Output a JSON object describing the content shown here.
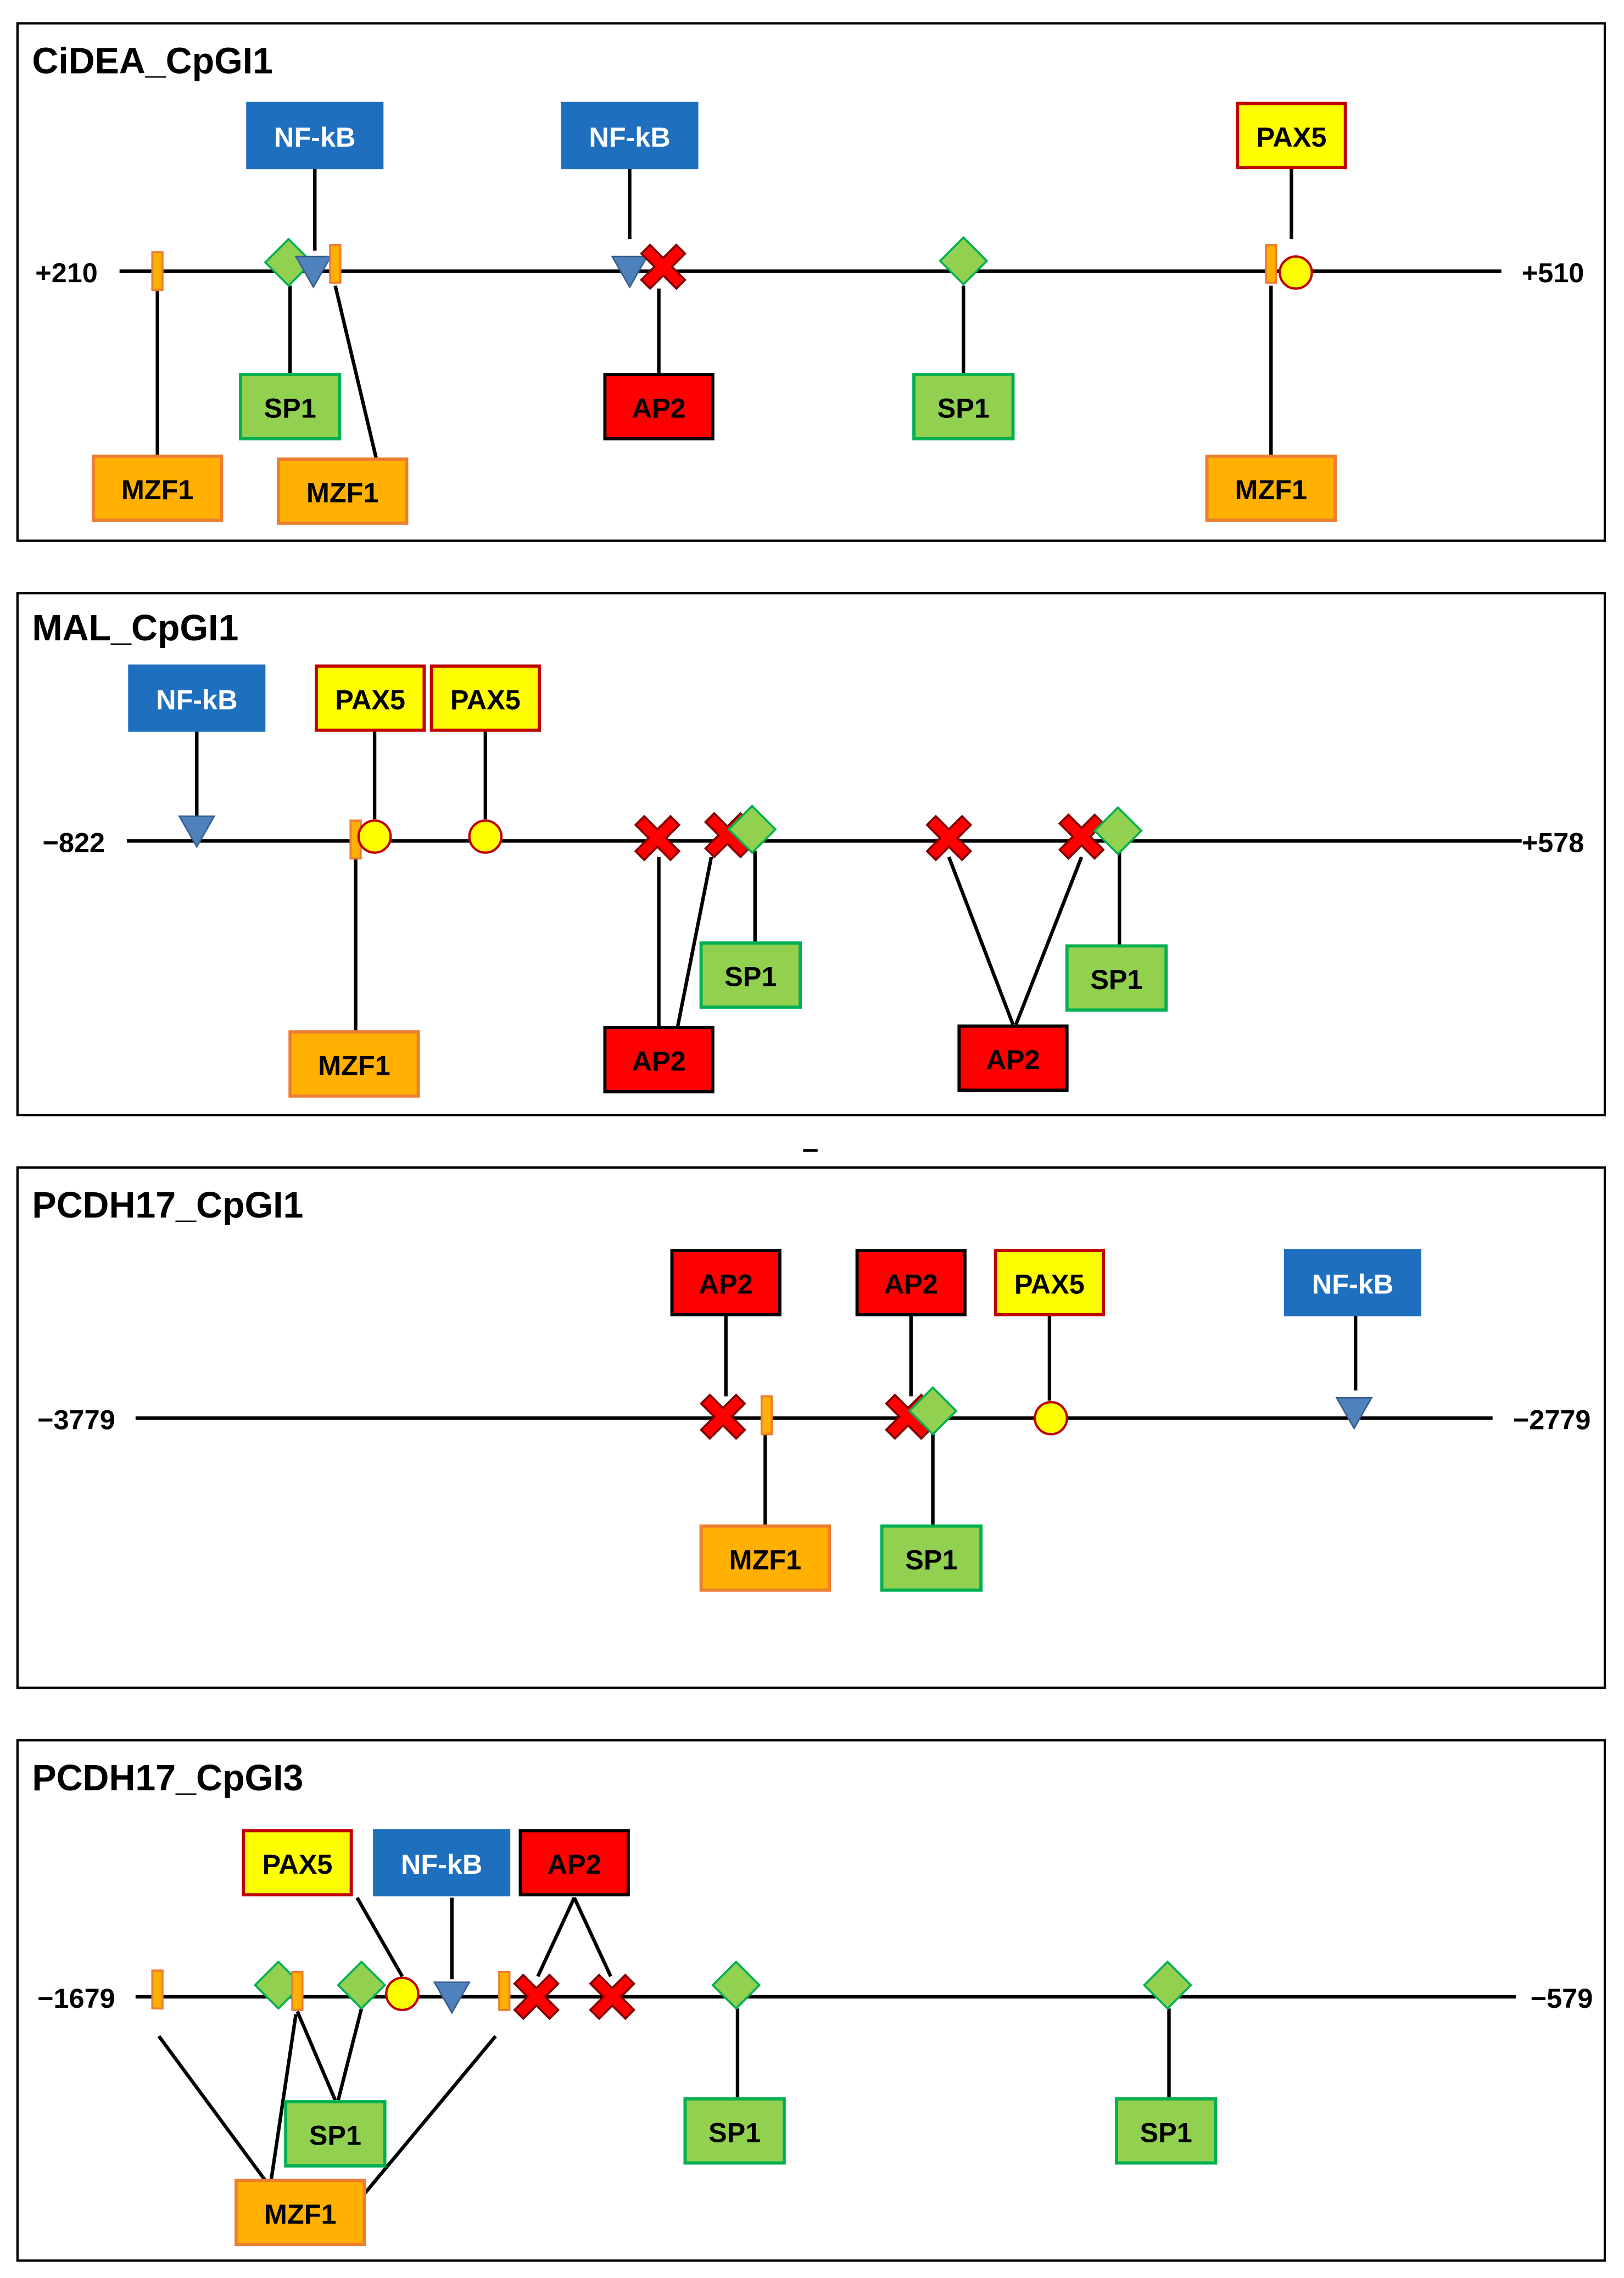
{
  "colors": {
    "nfkb": "#1F6FBF",
    "pax5_fill": "#FFFF00",
    "pax5_border": "#C00000",
    "ap2": "#FF0000",
    "sp1_fill": "#92D050",
    "sp1_border": "#00B050",
    "mzf1_fill": "#FFB000",
    "mzf1_border": "#ED7D31",
    "line": "#000000",
    "panel_border": "#000000"
  },
  "panels": [
    {
      "title": "CiDEA_CpGI1",
      "start": "+210",
      "end": "+510",
      "labels": [
        {
          "text": "NF-kB",
          "type": "NF-kB"
        },
        {
          "text": "NF-kB",
          "type": "NF-kB"
        },
        {
          "text": "PAX5",
          "type": "PAX5"
        },
        {
          "text": "SP1",
          "type": "SP1"
        },
        {
          "text": "AP2",
          "type": "AP2"
        },
        {
          "text": "SP1",
          "type": "SP1"
        },
        {
          "text": "MZF1",
          "type": "MZF1"
        },
        {
          "text": "MZF1",
          "type": "MZF1"
        },
        {
          "text": "MZF1",
          "type": "MZF1"
        }
      ],
      "sites": [
        "MZF1",
        "SP1",
        "NF-kB",
        "MZF1",
        "NF-kB",
        "AP2",
        "SP1",
        "MZF1",
        "PAX5"
      ]
    },
    {
      "title": "MAL_CpGI1",
      "start": "−822",
      "end": "+578",
      "labels": [
        {
          "text": "NF-kB",
          "type": "NF-kB"
        },
        {
          "text": "PAX5",
          "type": "PAX5"
        },
        {
          "text": "PAX5",
          "type": "PAX5"
        },
        {
          "text": "SP1",
          "type": "SP1"
        },
        {
          "text": "SP1",
          "type": "SP1"
        },
        {
          "text": "MZF1",
          "type": "MZF1"
        },
        {
          "text": "AP2",
          "type": "AP2"
        },
        {
          "text": "AP2",
          "type": "AP2"
        }
      ],
      "sites": [
        "NF-kB",
        "MZF1",
        "PAX5",
        "PAX5",
        "AP2",
        "AP2",
        "SP1",
        "AP2",
        "AP2",
        "SP1"
      ]
    },
    {
      "title": "PCDH17_CpGI1",
      "start": "−3779",
      "end": "−2779",
      "labels": [
        {
          "text": "AP2",
          "type": "AP2"
        },
        {
          "text": "AP2",
          "type": "AP2"
        },
        {
          "text": "PAX5",
          "type": "PAX5"
        },
        {
          "text": "NF-kB",
          "type": "NF-kB"
        },
        {
          "text": "MZF1",
          "type": "MZF1"
        },
        {
          "text": "SP1",
          "type": "SP1"
        }
      ],
      "sites": [
        "AP2",
        "MZF1",
        "AP2",
        "SP1",
        "PAX5",
        "NF-kB"
      ]
    },
    {
      "title": "PCDH17_CpGI3",
      "start": "−1679",
      "end": "−579",
      "labels": [
        {
          "text": "PAX5",
          "type": "PAX5"
        },
        {
          "text": "NF-kB",
          "type": "NF-kB"
        },
        {
          "text": "AP2",
          "type": "AP2"
        },
        {
          "text": "SP1",
          "type": "SP1"
        },
        {
          "text": "SP1",
          "type": "SP1"
        },
        {
          "text": "SP1",
          "type": "SP1"
        },
        {
          "text": "MZF1",
          "type": "MZF1"
        }
      ],
      "sites": [
        "MZF1",
        "SP1",
        "MZF1",
        "SP1",
        "PAX5",
        "NF-kB",
        "MZF1",
        "AP2",
        "AP2",
        "SP1",
        "SP1"
      ]
    }
  ],
  "separator_text": "–"
}
